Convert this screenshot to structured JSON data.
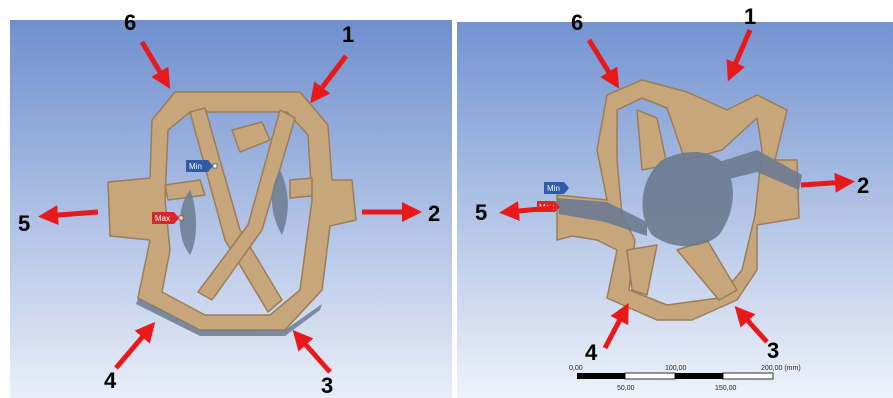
{
  "left": {
    "callouts": [
      "1",
      "2",
      "3",
      "4",
      "5",
      "6"
    ],
    "min_label": "Min",
    "max_label": "Max"
  },
  "right": {
    "callouts": [
      "1",
      "2",
      "3",
      "4",
      "5",
      "6"
    ],
    "min_label": "Min",
    "max_label": "Max",
    "scale": {
      "ticks_top": [
        "0,00",
        "100,00",
        "200,00 (mm)"
      ],
      "ticks_bottom": [
        "50,00",
        "150,00"
      ]
    }
  },
  "colors": {
    "background_top": "#6f8fcf",
    "background_bottom": "#e9eef8",
    "strut": "#c7a67c",
    "strut_edge": "#9b7c55",
    "deformation": "#6b7b8f",
    "arrow": "#e8191b",
    "min_tag": "#2f5aa8",
    "max_tag": "#d8262a"
  },
  "icons": [
    "red-arrow-icon",
    "min-probe-icon",
    "max-probe-icon"
  ]
}
